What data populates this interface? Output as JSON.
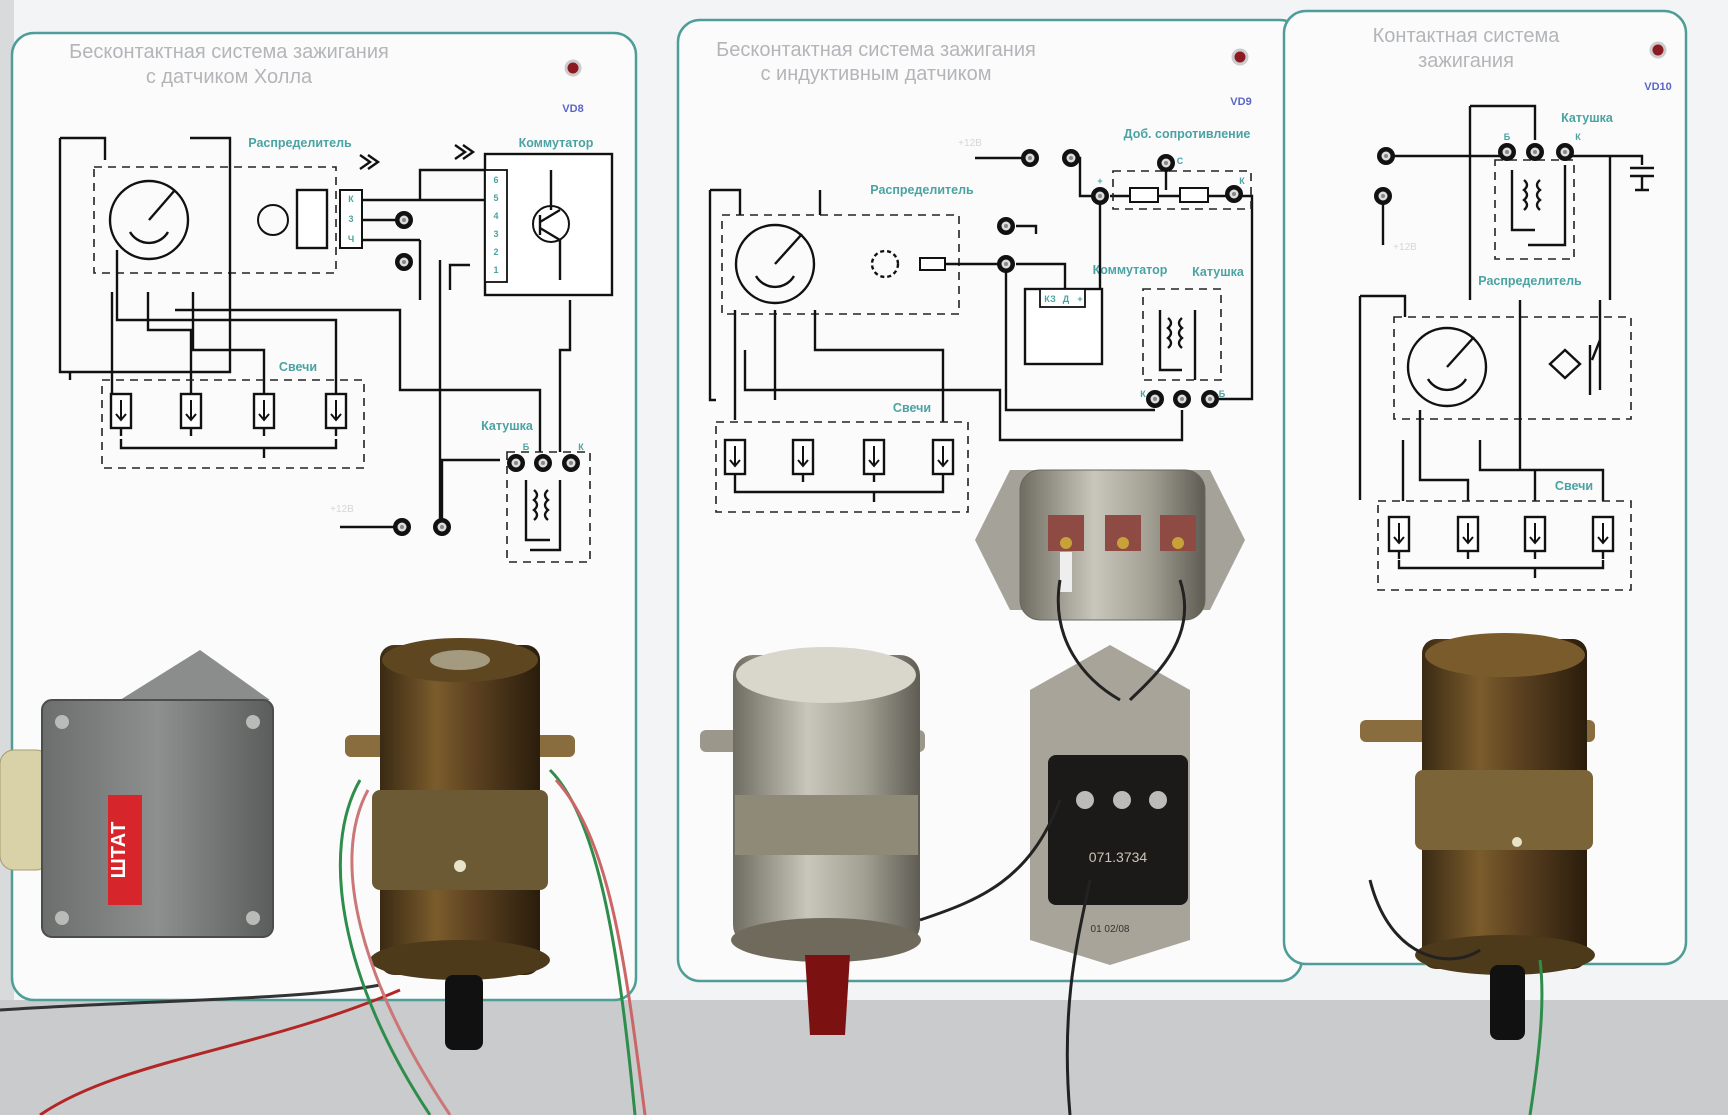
{
  "panels": [
    {
      "title_line1": "Бесконтактная система зажигания",
      "title_line2": "с датчиком Холла",
      "indicator": "VD8",
      "labels": {
        "distributor": "Распределитель",
        "commutator": "Коммутатор",
        "plugs": "Свечи",
        "coil": "Катушка",
        "supply": "+12В"
      },
      "sensor_pins": [
        "К",
        "3",
        "Ч"
      ],
      "commutator_pins": [
        "6",
        "5",
        "4",
        "3",
        "2",
        "1"
      ],
      "coil_pins": [
        "Б",
        "К"
      ]
    },
    {
      "title_line1": "Бесконтактная система зажигания",
      "title_line2": "с индуктивным датчиком",
      "indicator": "VD9",
      "labels": {
        "resistor": "Доб. сопротивление",
        "distributor": "Распределитель",
        "commutator": "Коммутатор",
        "coil": "Катушка",
        "plugs": "Свечи",
        "supply": "+12В"
      },
      "resistor_pins": [
        "+",
        "С",
        "К"
      ],
      "commutator_pins": [
        "КЗ",
        "Д",
        "+"
      ],
      "coil_pins": [
        "К",
        "Б"
      ]
    },
    {
      "title_line1": "Контактная система",
      "title_line2": "зажигания",
      "indicator": "VD10",
      "labels": {
        "coil": "Катушка",
        "distributor": "Распределитель",
        "plugs": "Свечи",
        "supply": "+12В"
      },
      "coil_pins": [
        "Б",
        "К"
      ]
    }
  ],
  "devices": {
    "hall_commutator_brand": "ШТАТ",
    "inductive_commutator_model": "071.3734",
    "commutator_plate_marking": "01 02/08"
  },
  "colors": {
    "panel_border": "#4f9d98",
    "label": "#4aa3a2",
    "indicator_label": "#5a66c8",
    "led": "#8b1a22"
  }
}
